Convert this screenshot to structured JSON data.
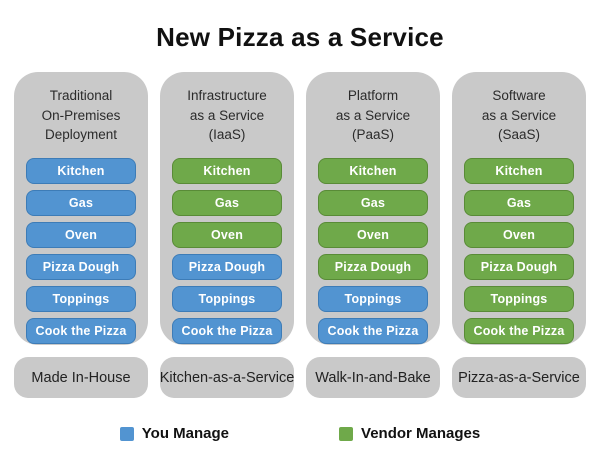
{
  "title": "New Pizza as a Service",
  "colors": {
    "you_manage": "#5294d1",
    "you_manage_border": "#3d7cb7",
    "vendor_manages": "#6fa94a",
    "vendor_manages_border": "#598b37",
    "panel_gray": "#c9c9c9"
  },
  "columns": [
    {
      "header_lines": [
        "Traditional",
        "On-Premises",
        "Deployment"
      ],
      "items": [
        {
          "label": "Kitchen",
          "managed_by": "you"
        },
        {
          "label": "Gas",
          "managed_by": "you"
        },
        {
          "label": "Oven",
          "managed_by": "you"
        },
        {
          "label": "Pizza Dough",
          "managed_by": "you"
        },
        {
          "label": "Toppings",
          "managed_by": "you"
        },
        {
          "label": "Cook the Pizza",
          "managed_by": "you"
        }
      ],
      "footer": "Made In-House"
    },
    {
      "header_lines": [
        "Infrastructure",
        "as a Service",
        "(IaaS)"
      ],
      "items": [
        {
          "label": "Kitchen",
          "managed_by": "vendor"
        },
        {
          "label": "Gas",
          "managed_by": "vendor"
        },
        {
          "label": "Oven",
          "managed_by": "vendor"
        },
        {
          "label": "Pizza Dough",
          "managed_by": "you"
        },
        {
          "label": "Toppings",
          "managed_by": "you"
        },
        {
          "label": "Cook the Pizza",
          "managed_by": "you"
        }
      ],
      "footer": "Kitchen-as-a-Service"
    },
    {
      "header_lines": [
        "Platform",
        "as a Service",
        "(PaaS)"
      ],
      "items": [
        {
          "label": "Kitchen",
          "managed_by": "vendor"
        },
        {
          "label": "Gas",
          "managed_by": "vendor"
        },
        {
          "label": "Oven",
          "managed_by": "vendor"
        },
        {
          "label": "Pizza Dough",
          "managed_by": "vendor"
        },
        {
          "label": "Toppings",
          "managed_by": "you"
        },
        {
          "label": "Cook the Pizza",
          "managed_by": "you"
        }
      ],
      "footer": "Walk-In-and-Bake"
    },
    {
      "header_lines": [
        "Software",
        "as a Service",
        "(SaaS)"
      ],
      "items": [
        {
          "label": "Kitchen",
          "managed_by": "vendor"
        },
        {
          "label": "Gas",
          "managed_by": "vendor"
        },
        {
          "label": "Oven",
          "managed_by": "vendor"
        },
        {
          "label": "Pizza Dough",
          "managed_by": "vendor"
        },
        {
          "label": "Toppings",
          "managed_by": "vendor"
        },
        {
          "label": "Cook the Pizza",
          "managed_by": "vendor"
        }
      ],
      "footer": "Pizza-as-a-Service"
    }
  ],
  "legend": {
    "items": [
      {
        "label": "You Manage",
        "managed_by": "you"
      },
      {
        "label": "Vendor Manages",
        "managed_by": "vendor"
      }
    ]
  }
}
